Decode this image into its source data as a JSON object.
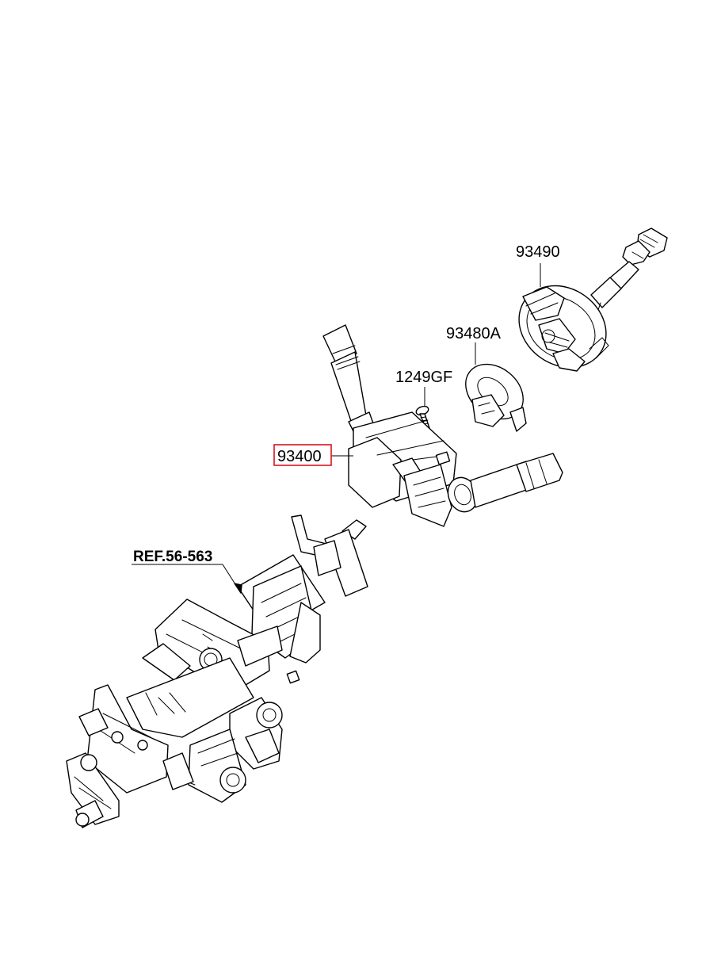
{
  "diagram": {
    "labels": {
      "clock_spring": "93490",
      "contact_ring": "93480A",
      "screw": "1249GF",
      "multifunction_switch": "93400",
      "reference": "REF.56-563"
    },
    "highlight_color": "#d8141f",
    "line_color": "#000000",
    "background_color": "#ffffff"
  }
}
